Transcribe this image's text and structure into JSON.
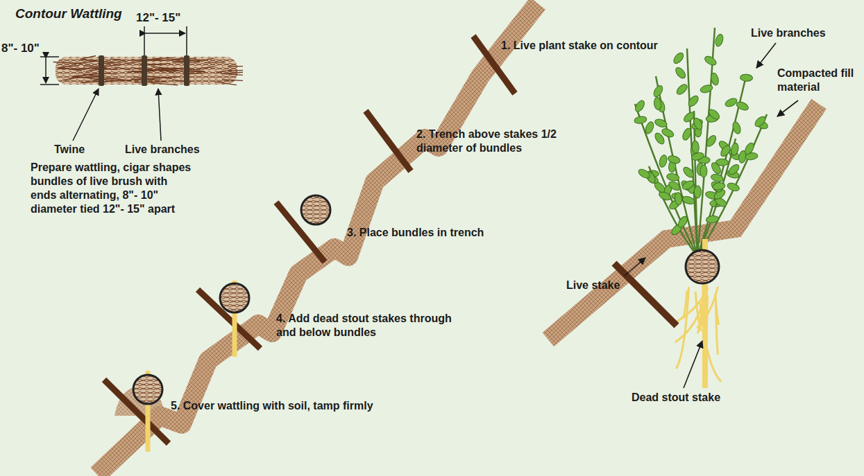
{
  "diagram": {
    "title": "Contour Wattling",
    "labels": [
      "12\"- 15\"",
      "8\"- 10\"",
      "Twine",
      "Live branches",
      "Prepare wattling, cigar shapes bundles of live brush with ends alternating, 8\"- 10\" diameter tied 12\"- 15\" apart",
      "1. Live plant stake on contour",
      "2. Trench above stakes 1/2 diameter of bundles",
      "3. Place bundles in trench",
      "4. Add dead stout stakes through and below bundles",
      "5. Cover wattling with soil, tamp firmly",
      "Live branches",
      "Compacted fill material",
      "Live stake",
      "Dead stout stake"
    ]
  }
}
